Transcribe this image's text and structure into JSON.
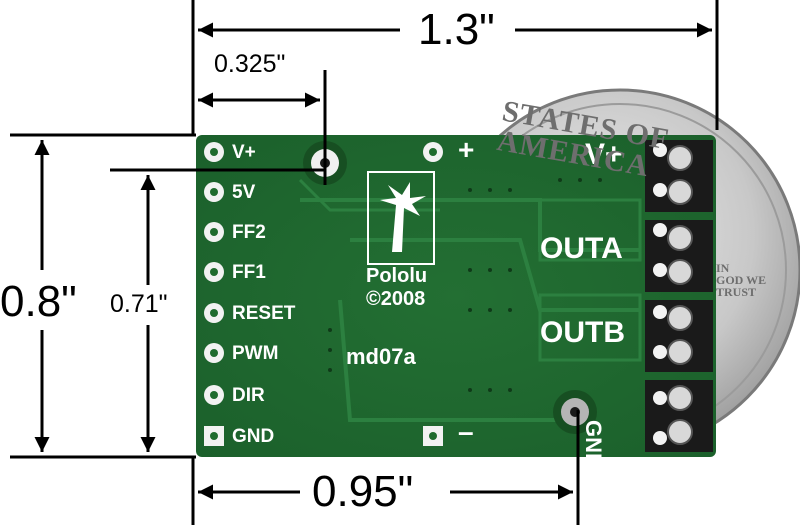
{
  "dimensions": {
    "width_total": "1.3\"",
    "width_hole": "0.325\"",
    "height_total": "0.8\"",
    "height_hole": "0.71\"",
    "width_bottom": "0.95\""
  },
  "pins_left": [
    "V+",
    "5V",
    "FF2",
    "FF1",
    "RESET",
    "PWM",
    "DIR",
    "GND"
  ],
  "silkscreen": {
    "plus": "+",
    "minus": "–",
    "brand": "Pololu",
    "copyright": "©2008",
    "model": "md07a",
    "vplus": "V+",
    "outa": "OUTA",
    "outb": "OUTB",
    "gnd": "GND"
  },
  "coin": {
    "top_text": "STATES OF AMERICA",
    "side_text": "IN\nGOD WE\nTRUST"
  },
  "colors": {
    "pcb": "#1f6b2e",
    "pcb_dark": "#174f22",
    "coin": "#c9c9c9",
    "arrow": "#000000"
  }
}
